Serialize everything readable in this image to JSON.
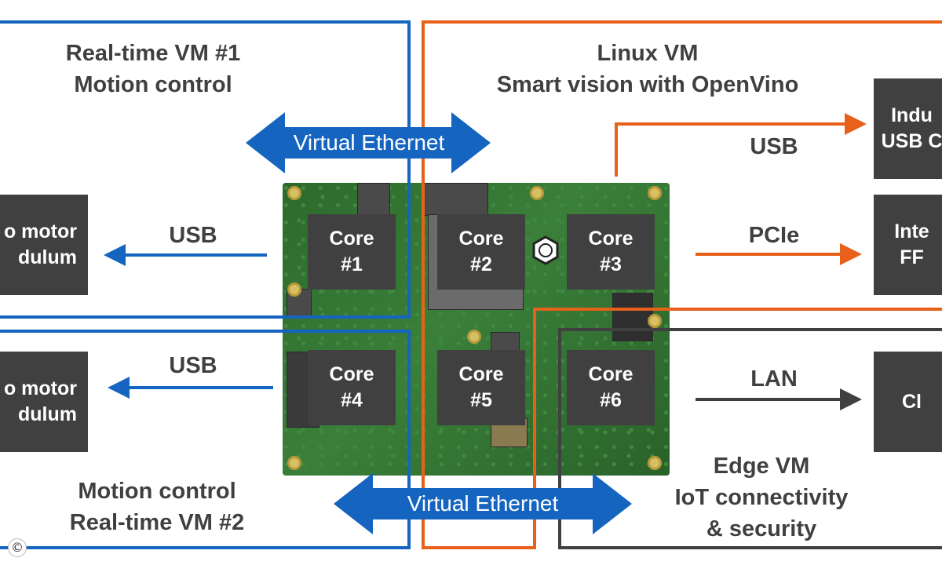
{
  "vms": {
    "rt1": {
      "line1": "Real-time VM #1",
      "line2": "Motion control"
    },
    "linux": {
      "line1": "Linux VM",
      "line2": "Smart vision with OpenVino"
    },
    "rt2": {
      "line1": "Motion control",
      "line2": "Real-time VM #2"
    },
    "edge": {
      "line1": "Edge VM",
      "line2": "IoT connectivity",
      "line3": "& security"
    }
  },
  "virtual_ethernet": {
    "top": "Virtual Ethernet",
    "bottom": "Virtual Ethernet"
  },
  "cores": [
    {
      "line1": "Core",
      "line2": "#1"
    },
    {
      "line1": "Core",
      "line2": "#2"
    },
    {
      "line1": "Core",
      "line2": "#3"
    },
    {
      "line1": "Core",
      "line2": "#4"
    },
    {
      "line1": "Core",
      "line2": "#5"
    },
    {
      "line1": "Core",
      "line2": "#6"
    }
  ],
  "links": {
    "usb_left_top": "USB",
    "usb_left_bottom": "USB",
    "usb_right": "USB",
    "pcie": "PCIe",
    "lan": "LAN"
  },
  "devices": {
    "left_top": {
      "line1": "o motor",
      "line2": "dulum"
    },
    "left_bottom": {
      "line1": "o motor",
      "line2": "dulum"
    },
    "right_top": {
      "line1": "Indu",
      "line2": "USB C"
    },
    "right_mid": {
      "line1": "Inte",
      "line2": "FF"
    },
    "right_bottom": {
      "line1": "Cl"
    }
  },
  "colors": {
    "blue": "#1565c0",
    "orange": "#e8611a",
    "dark": "#404040",
    "board": "#2f6b2f"
  },
  "copyright": "©"
}
